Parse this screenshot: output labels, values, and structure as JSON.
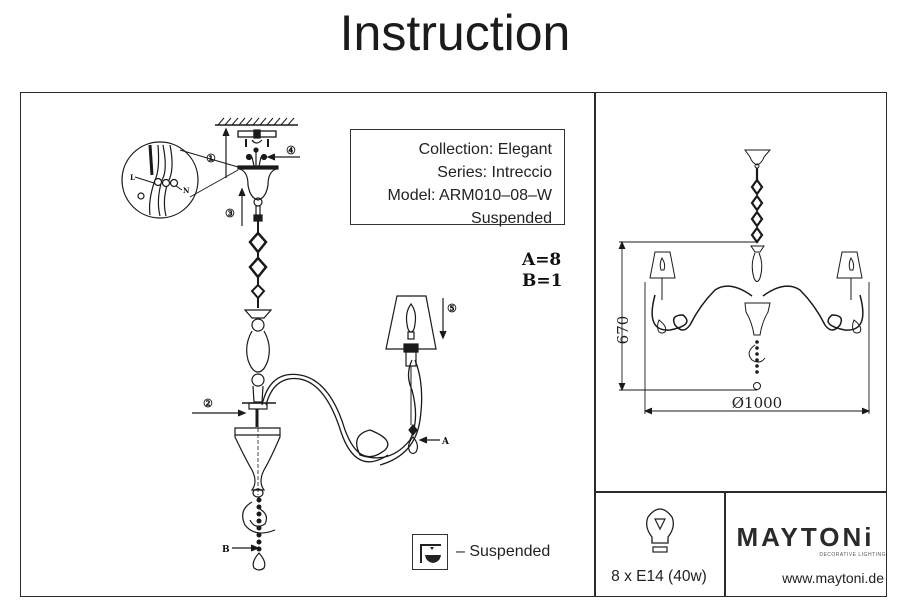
{
  "page_title": "Instruction",
  "product_info": {
    "collection": "Collection: Elegant",
    "series": "Series: Intreccio",
    "model": "Model: ARM010–08–W",
    "mount_type": "Suspended"
  },
  "part_counts": {
    "a": "A=8",
    "b": "B=1"
  },
  "assembly_diagram": {
    "step_labels": [
      "①",
      "②",
      "③",
      "④",
      "⑤"
    ],
    "part_labels": [
      "A",
      "B"
    ],
    "wire_labels": [
      "L",
      "N"
    ]
  },
  "mounting_legend": {
    "icon": "ceiling-suspended-icon",
    "label": "– Suspended"
  },
  "dimensions": {
    "height": "670",
    "diameter": "Ø1000"
  },
  "bulb": {
    "icon": "light-bulb-icon",
    "spec": "8 x E14 (40w)"
  },
  "brand": {
    "name": "MAYTONi",
    "tagline": "DECORATIVE LIGHTING",
    "url": "www.maytoni.de"
  }
}
